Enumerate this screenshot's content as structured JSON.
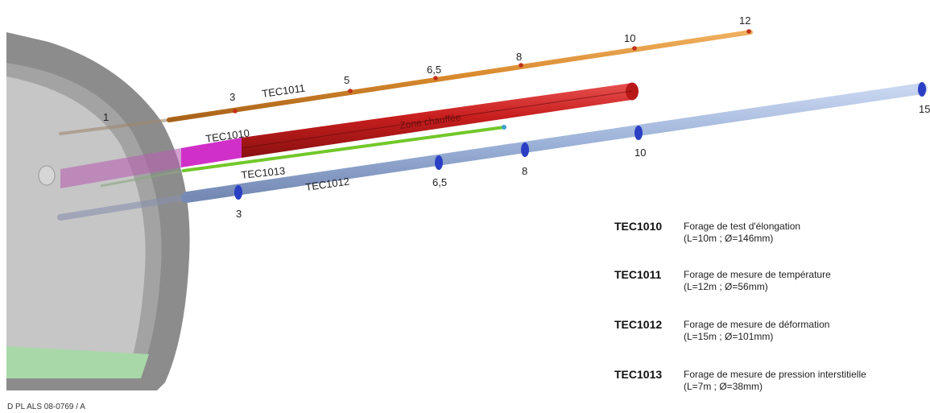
{
  "colors": {
    "tec1011": "#d98a2e",
    "tec1010": "#c81e1e",
    "tec1010_start": "#d030c8",
    "tec1012": "#9db2d8",
    "tec1012_marker": "#2a3fc4",
    "tec1013": "#72c82a",
    "tunnel_gray": "#8f8f8f",
    "tunnel_floor": "#a8d8a8"
  },
  "boreholes": {
    "tec1011": {
      "code": "TEC1011",
      "markers": [
        "1",
        "3",
        "5",
        "6,5",
        "8",
        "10",
        "12"
      ]
    },
    "tec1010": {
      "code": "TEC1010",
      "zone": "Zone chauffée"
    },
    "tec1013": {
      "code": "TEC1013"
    },
    "tec1012": {
      "code": "TEC1012",
      "markers": [
        "3",
        "6,5",
        "8",
        "10",
        "15"
      ]
    }
  },
  "legend": [
    {
      "code": "TEC1010",
      "description": "Forage de test d'élongation",
      "dimensions": "(L=10m ; Ø=146mm)"
    },
    {
      "code": "TEC1011",
      "description": "Forage de mesure de température",
      "dimensions": "(L=12m ; Ø=56mm)"
    },
    {
      "code": "TEC1012",
      "description": "Forage de mesure de déformation",
      "dimensions": "(L=15m ; Ø=101mm)"
    },
    {
      "code": "TEC1013",
      "description": "Forage de mesure de pression interstitielle",
      "dimensions": "(L=7m ; Ø=38mm)"
    }
  ],
  "reference": "D PL ALS 08-0769 / A"
}
